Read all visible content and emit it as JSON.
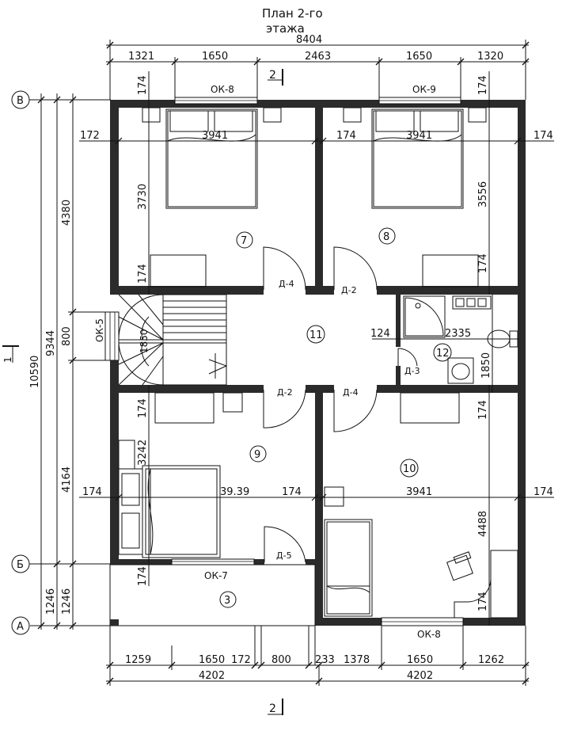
{
  "title": {
    "line1": "План 2-го",
    "line2": "этажа"
  },
  "dims_top": {
    "total": "8404",
    "segments": [
      "1321",
      "1650",
      "2463",
      "1650",
      "1320"
    ]
  },
  "dims_bottom": {
    "segments": [
      "1259",
      "1650",
      "172",
      "800",
      "233",
      "1378",
      "1650",
      "1262"
    ],
    "totals": [
      "4202",
      "4202"
    ]
  },
  "dims_left": {
    "overall": "10590",
    "mid": "9344",
    "upper": "4380",
    "opening": "800",
    "lower": "4164",
    "bottom1": "1246",
    "bottom2": "1246"
  },
  "axes": [
    "В",
    "Б",
    "А"
  ],
  "section_marks": {
    "top": "2",
    "bottom": "2",
    "left": "1"
  },
  "windows": [
    "ОК-8",
    "ОК-9",
    "ОК-5",
    "ОК-7",
    "ОК-8"
  ],
  "doors": [
    "Д-4",
    "Д-2",
    "Д-2",
    "Д-4",
    "Д-5",
    "Д-3"
  ],
  "rooms": [
    "7",
    "8",
    "11",
    "12",
    "9",
    "10",
    "3"
  ],
  "inner_dims": {
    "room7_w": "3941",
    "room7_h": "3730",
    "room8_w": "3941",
    "room8_h": "3556",
    "room9_w": "39.39",
    "room9_h": "3242",
    "room10_w": "3941",
    "room10_h": "4488",
    "stair_w": "1850",
    "bath_w": "2335",
    "bath_h": "1850",
    "bath_off": "124",
    "wall": "174",
    "wall_172": "172"
  }
}
